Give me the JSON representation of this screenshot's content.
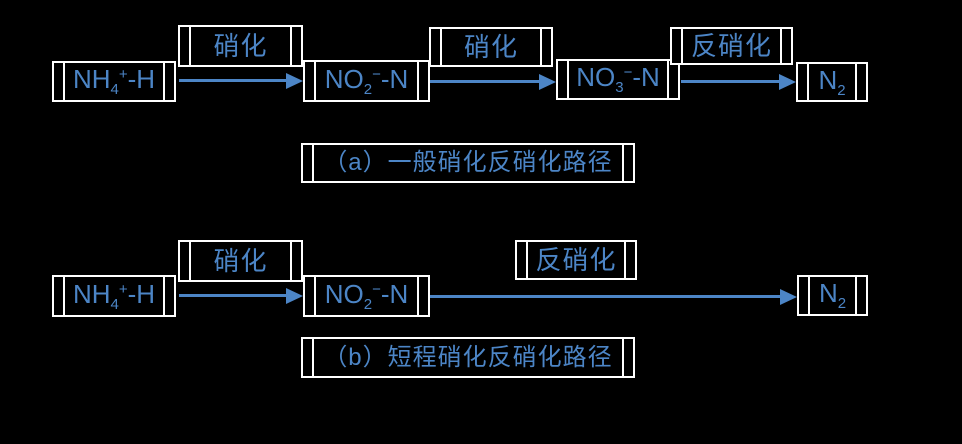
{
  "colors": {
    "background": "#000000",
    "box_border": "#ffffff",
    "text_blue": "#4c85c6",
    "arrow_blue": "#4c85c6"
  },
  "section_a": {
    "caption": "（a）一般硝化反硝化路径",
    "nodes": {
      "nh4": {
        "base": "NH",
        "sub": "4",
        "sup": "+",
        "rest": "-H"
      },
      "no2": {
        "base": "NO",
        "sub": "2",
        "sup": "−",
        "rest": "-N"
      },
      "no3": {
        "base": "NO",
        "sub": "3",
        "sup": "−",
        "rest": "-N"
      },
      "n2": {
        "base": "N",
        "sub": "2"
      }
    },
    "labels": {
      "nitrification1": "硝化",
      "nitrification2": "硝化",
      "denitrification": "反硝化"
    }
  },
  "section_b": {
    "caption": "（b）短程硝化反硝化路径",
    "nodes": {
      "nh4": {
        "base": "NH",
        "sub": "4",
        "sup": "+",
        "rest": "-H"
      },
      "no2": {
        "base": "NO",
        "sub": "2",
        "sup": "−",
        "rest": "-N"
      },
      "n2": {
        "base": "N",
        "sub": "2"
      }
    },
    "labels": {
      "nitrification": "硝化",
      "denitrification": "反硝化"
    }
  }
}
